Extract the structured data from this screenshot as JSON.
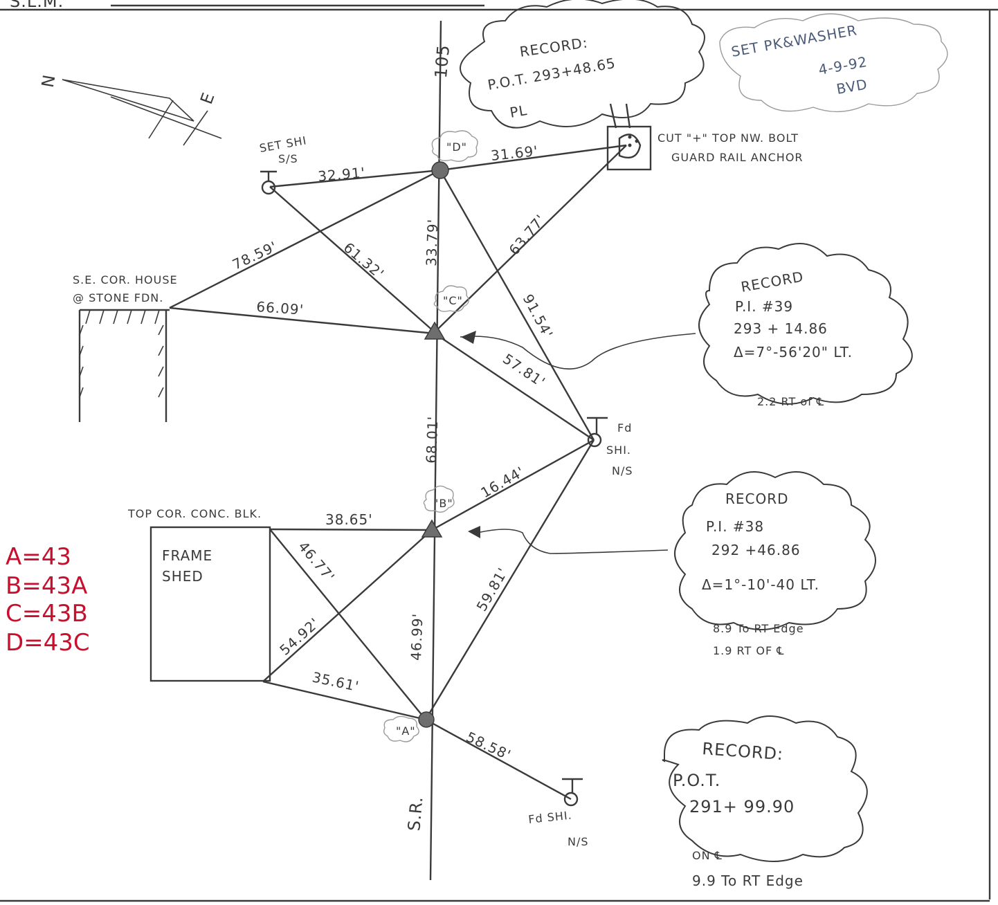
{
  "header": {
    "slm_label": "S.L.M.",
    "slm_value": ""
  },
  "north_arrow": {
    "n": "N",
    "e": "E"
  },
  "centerline": {
    "top_label": "105",
    "bottom_label": "S.R."
  },
  "clouds": {
    "record_top": {
      "line1": "RECORD:",
      "line2": "P.O.T. 293+48.65",
      "line3": "PL"
    },
    "set_pk": {
      "line1": "SET PK&WASHER",
      "line2": "4-9-92",
      "line3": "BVD"
    },
    "record_pi39": {
      "line1": "RECORD",
      "line2": "P.I. #39",
      "line3": "293 + 14.86",
      "line4": "Δ=7°-56'20\" LT.",
      "note": "2.2 RT of ℄"
    },
    "record_pi38": {
      "line1": "RECORD",
      "line2": "P.I. #38",
      "line3": "292 +46.86",
      "line4": "Δ=1°-10'-40 LT.",
      "note1": "8.9 To RT Edge",
      "note2": "1.9 RT OF ℄"
    },
    "record_bottom": {
      "line1": "RECORD:",
      "line2": "P.O.T.",
      "line3": "291+ 99.90",
      "note1": "ON ℄",
      "note2": "9.9 To RT Edge"
    }
  },
  "points": {
    "a": "\"A\"",
    "b": "\"B\"",
    "c": "\"C\"",
    "d": "\"D\""
  },
  "labels": {
    "set_shi": "SET SHI",
    "set_shi_ss": "S/S",
    "cut_plus_1": "CUT \"+\" TOP NW. BOLT",
    "cut_plus_2": "GUARD RAIL ANCHOR",
    "se_cor_1": "S.E. COR. HOUSE",
    "se_cor_2": "@ STONE FDN.",
    "fd_shi_1": "Fd",
    "fd_shi_2": "SHI.",
    "fd_shi_3": "N/S",
    "top_cor": "TOP COR. CONC. BLK.",
    "frame": "FRAME",
    "shed": "SHED",
    "fd_shi_b1": "Fd SHI.",
    "fd_shi_b2": "N/S"
  },
  "distances": {
    "d_setshi": "32.91'",
    "d_bolt": "31.69'",
    "setshi_c": "61.32'",
    "d_c": "33.79'",
    "bolt_c": "63.77'",
    "house_d": "78.59'",
    "house_c": "66.09'",
    "d_fdshi": "91.54'",
    "c_fdshi": "57.81'",
    "c_b": "68.01'",
    "b_fdshi": "16.44'",
    "shed_b": "38.65'",
    "shed_a_diag": "46.77'",
    "shed_b_diag": "54.92'",
    "b_a": "46.99'",
    "fdshi_a": "59.81'",
    "shed_a": "35.61'",
    "a_fdshib": "58.58'"
  },
  "legend": {
    "a": "A=43",
    "b": "B=43A",
    "c": "C=43B",
    "d": "D=43C"
  }
}
